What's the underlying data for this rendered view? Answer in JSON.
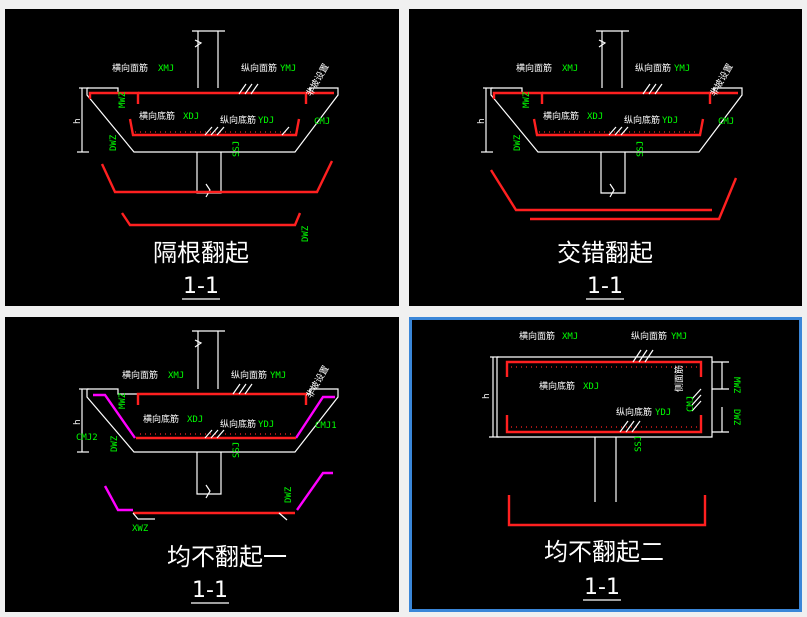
{
  "panels": [
    {
      "title": "隔根翻起",
      "section": "1-1",
      "labels": {
        "top_trans": "横向面筋",
        "top_trans_code": "XMJ",
        "top_long": "纵向面筋",
        "top_long_code": "YMJ",
        "bot_trans": "横向底筋",
        "bot_trans_code": "XDJ",
        "bot_long": "纵向底筋",
        "bot_long_code": "YDJ",
        "slope": "非坡设置",
        "cmj": "CMJ",
        "mwz": "MWZ",
        "dwz": "DWZ",
        "h": "h",
        "ssj": "SSJ"
      }
    },
    {
      "title": "交错翻起",
      "section": "1-1",
      "labels": {
        "top_trans": "横向面筋",
        "top_trans_code": "XMJ",
        "top_long": "纵向面筋",
        "top_long_code": "YMJ",
        "bot_trans": "横向底筋",
        "bot_trans_code": "XDJ",
        "bot_long": "纵向底筋",
        "bot_long_code": "YDJ",
        "slope": "非坡设置",
        "cmj": "CMJ",
        "mwz": "MWZ",
        "dwz": "DWZ",
        "h": "h",
        "ssj": "SSJ"
      }
    },
    {
      "title": "均不翻起一",
      "section": "1-1",
      "labels": {
        "top_trans": "横向面筋",
        "top_trans_code": "XMJ",
        "top_long": "纵向面筋",
        "top_long_code": "YMJ",
        "bot_trans": "横向底筋",
        "bot_trans_code": "XDJ",
        "bot_long": "纵向底筋",
        "bot_long_code": "YDJ",
        "slope": "非坡设置",
        "cmj1": "CMJ1",
        "cmj2": "CMJ2",
        "mwz": "MWZ",
        "dwz": "DWZ",
        "xwz": "XWZ",
        "h": "h",
        "ssj": "SSJ"
      }
    },
    {
      "title": "均不翻起二",
      "section": "1-1",
      "labels": {
        "top_trans": "横向面筋",
        "top_trans_code": "XMJ",
        "top_long": "纵向面筋",
        "top_long_code": "YMJ",
        "bot_trans": "横向底筋",
        "bot_trans_code": "XDJ",
        "bot_long": "纵向底筋",
        "bot_long_code": "YDJ",
        "side": "侧面筋",
        "cmj": "CMJ",
        "mwz": "MWZ",
        "dwz": "DWZ",
        "h": "h",
        "ssj": "SSJ"
      }
    }
  ],
  "colors": {
    "rebar": "#ff2020",
    "alt_rebar": "#ff00ff",
    "code": "#00ff00",
    "line": "#ffffff",
    "selected": "#3a86d8"
  }
}
